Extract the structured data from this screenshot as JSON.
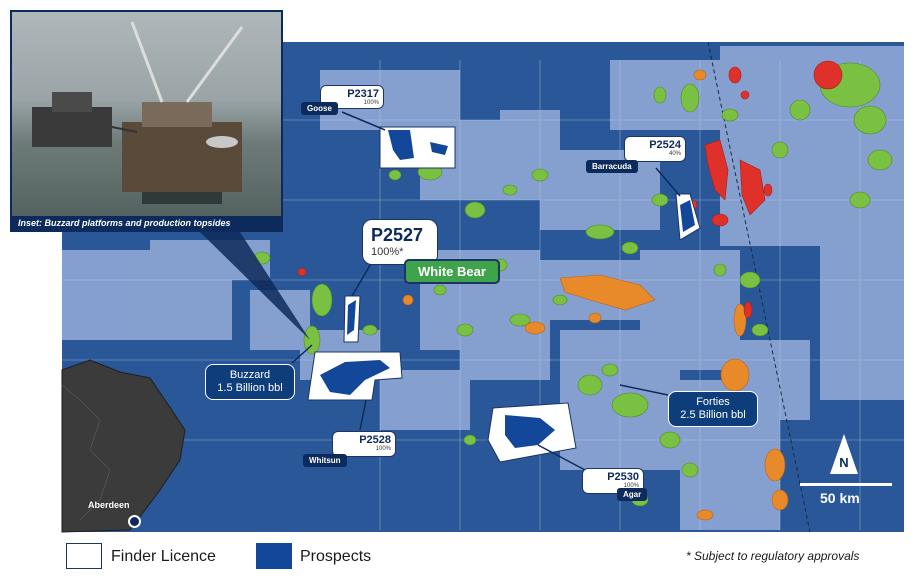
{
  "inset": {
    "caption": "Inset: Buzzard platforms and production topsides"
  },
  "licences": [
    {
      "id": "P2317",
      "pct": "100%",
      "prospect": "Goose"
    },
    {
      "id": "P2524",
      "pct": "40%",
      "prospect": "Barracuda"
    },
    {
      "id": "P2527",
      "pct": "100%*",
      "prospect": "White Bear"
    },
    {
      "id": "P2528",
      "pct": "100%",
      "prospect": "Whitsun"
    },
    {
      "id": "P2530",
      "pct": "100%",
      "prospect": "Agar"
    }
  ],
  "fields": [
    {
      "name": "Buzzard",
      "size": "1.5 Billion bbl"
    },
    {
      "name": "Forties",
      "size": "2.5 Billion bbl"
    }
  ],
  "places": {
    "city": "Aberdeen"
  },
  "compass": {
    "north": "N",
    "scale": "50 km"
  },
  "legend": {
    "finder": "Finder Licence",
    "prospects": "Prospects",
    "note": "* Subject to regulatory approvals"
  },
  "colors": {
    "sea_deep": "#2a5797",
    "block_light": "#8fa9d6",
    "oil_field": "#7ac143",
    "gas_field": "#e98a2a",
    "red_field": "#e0302a",
    "prospect": "#12479a",
    "label_dark": "#0d2a5c",
    "white_bear": "#3ea34a"
  }
}
